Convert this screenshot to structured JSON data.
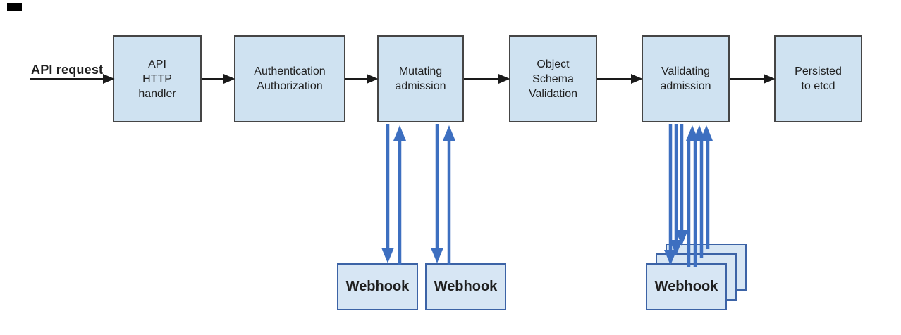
{
  "labels": {
    "api_request": "API request"
  },
  "pipeline": [
    {
      "label": "API\nHTTP\nhandler"
    },
    {
      "label": "Authentication\nAuthorization"
    },
    {
      "label": "Mutating\nadmission"
    },
    {
      "label": "Object\nSchema\nValidation"
    },
    {
      "label": "Validating\nadmission"
    },
    {
      "label": "Persisted\nto etcd"
    }
  ],
  "webhooks": {
    "mutating": [
      "Webhook",
      "Webhook"
    ],
    "validating": "Webhook"
  },
  "colors": {
    "box_fill": "#cfe2f1",
    "box_border": "#454545",
    "webhook_fill": "#d7e6f4",
    "webhook_border": "#3c63a6",
    "arrow_black": "#1a1a1a",
    "arrow_blue": "#3d6fc0",
    "text": "#1f1f1f"
  }
}
